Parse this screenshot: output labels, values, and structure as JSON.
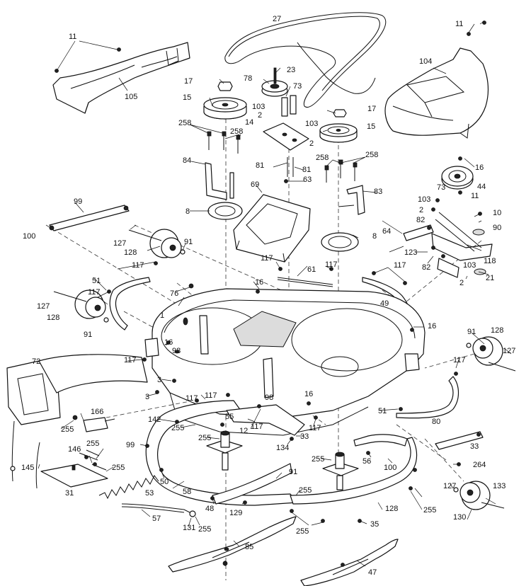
{
  "callouts": [
    {
      "id": "c-27",
      "text": "27"
    },
    {
      "id": "c-11a",
      "text": "11"
    },
    {
      "id": "c-105",
      "text": "105"
    },
    {
      "id": "c-11b",
      "text": "11"
    },
    {
      "id": "c-104",
      "text": "104"
    },
    {
      "id": "c-23",
      "text": "23"
    },
    {
      "id": "c-78",
      "text": "78"
    },
    {
      "id": "c-73a",
      "text": "73"
    },
    {
      "id": "c-17a",
      "text": "17"
    },
    {
      "id": "c-15a",
      "text": "15"
    },
    {
      "id": "c-103a",
      "text": "103"
    },
    {
      "id": "c-2a",
      "text": "2"
    },
    {
      "id": "c-103b",
      "text": "103"
    },
    {
      "id": "c-17b",
      "text": "17"
    },
    {
      "id": "c-14",
      "text": "14"
    },
    {
      "id": "c-15b",
      "text": "15"
    },
    {
      "id": "c-2b",
      "text": "2"
    },
    {
      "id": "c-258a",
      "text": "258"
    },
    {
      "id": "c-258b",
      "text": "258"
    },
    {
      "id": "c-258c",
      "text": "258"
    },
    {
      "id": "c-258d",
      "text": "258"
    },
    {
      "id": "c-84",
      "text": "84"
    },
    {
      "id": "c-81a",
      "text": "81"
    },
    {
      "id": "c-81b",
      "text": "81"
    },
    {
      "id": "c-63",
      "text": "63"
    },
    {
      "id": "c-16a",
      "text": "16"
    },
    {
      "id": "c-44",
      "text": "44"
    },
    {
      "id": "c-69",
      "text": "69"
    },
    {
      "id": "c-83",
      "text": "83"
    },
    {
      "id": "c-73b",
      "text": "73"
    },
    {
      "id": "c-11c",
      "text": "11"
    },
    {
      "id": "c-99a",
      "text": "99"
    },
    {
      "id": "c-8a",
      "text": "8"
    },
    {
      "id": "c-103c",
      "text": "103"
    },
    {
      "id": "c-2c",
      "text": "2"
    },
    {
      "id": "c-10",
      "text": "10"
    },
    {
      "id": "c-100a",
      "text": "100"
    },
    {
      "id": "c-82a",
      "text": "82"
    },
    {
      "id": "c-90",
      "text": "90"
    },
    {
      "id": "c-64",
      "text": "64"
    },
    {
      "id": "c-8b",
      "text": "8"
    },
    {
      "id": "c-127a",
      "text": "127"
    },
    {
      "id": "c-91a",
      "text": "91"
    },
    {
      "id": "c-128a",
      "text": "128"
    },
    {
      "id": "c-123",
      "text": "123"
    },
    {
      "id": "c-118",
      "text": "118"
    },
    {
      "id": "c-82b",
      "text": "82"
    },
    {
      "id": "c-117a",
      "text": "117"
    },
    {
      "id": "c-117b",
      "text": "117"
    },
    {
      "id": "c-117c",
      "text": "117"
    },
    {
      "id": "c-117d",
      "text": "117"
    },
    {
      "id": "c-103d",
      "text": "103"
    },
    {
      "id": "c-61",
      "text": "61"
    },
    {
      "id": "c-21",
      "text": "21"
    },
    {
      "id": "c-2d",
      "text": "2"
    },
    {
      "id": "c-51a",
      "text": "51"
    },
    {
      "id": "c-16b",
      "text": "16"
    },
    {
      "id": "c-117e",
      "text": "117"
    },
    {
      "id": "c-76",
      "text": "76"
    },
    {
      "id": "c-49",
      "text": "49"
    },
    {
      "id": "c-127b",
      "text": "127"
    },
    {
      "id": "c-128b",
      "text": "128"
    },
    {
      "id": "c-1",
      "text": "1"
    },
    {
      "id": "c-16c",
      "text": "16"
    },
    {
      "id": "c-91b",
      "text": "91"
    },
    {
      "id": "c-128c",
      "text": "128"
    },
    {
      "id": "c-91c",
      "text": "91"
    },
    {
      "id": "c-16d",
      "text": "16"
    },
    {
      "id": "c-98a",
      "text": "98"
    },
    {
      "id": "c-72",
      "text": "72"
    },
    {
      "id": "c-117f",
      "text": "117"
    },
    {
      "id": "c-127c",
      "text": "127"
    },
    {
      "id": "c-117g",
      "text": "117"
    },
    {
      "id": "c-3a",
      "text": "3"
    },
    {
      "id": "c-3b",
      "text": "3"
    },
    {
      "id": "c-117h",
      "text": "117"
    },
    {
      "id": "c-16e",
      "text": "16"
    },
    {
      "id": "c-98b",
      "text": "98"
    },
    {
      "id": "c-117i",
      "text": "117"
    },
    {
      "id": "c-166",
      "text": "166"
    },
    {
      "id": "c-142",
      "text": "142"
    },
    {
      "id": "c-255a",
      "text": "255"
    },
    {
      "id": "c-12",
      "text": "12"
    },
    {
      "id": "c-117j",
      "text": "117"
    },
    {
      "id": "c-117k",
      "text": "117"
    },
    {
      "id": "c-51b",
      "text": "51"
    },
    {
      "id": "c-80",
      "text": "80"
    },
    {
      "id": "c-255b",
      "text": "255"
    },
    {
      "id": "c-55",
      "text": "55"
    },
    {
      "id": "c-33a",
      "text": "33"
    },
    {
      "id": "c-255c",
      "text": "255"
    },
    {
      "id": "c-134",
      "text": "134"
    },
    {
      "id": "c-146",
      "text": "146"
    },
    {
      "id": "c-255d",
      "text": "255"
    },
    {
      "id": "c-99b",
      "text": "99"
    },
    {
      "id": "c-33b",
      "text": "33"
    },
    {
      "id": "c-255e",
      "text": "255"
    },
    {
      "id": "c-56",
      "text": "56"
    },
    {
      "id": "c-100b",
      "text": "100"
    },
    {
      "id": "c-264",
      "text": "264"
    },
    {
      "id": "c-145",
      "text": "145"
    },
    {
      "id": "c-255f",
      "text": "255"
    },
    {
      "id": "c-50",
      "text": "50"
    },
    {
      "id": "c-91d",
      "text": "91"
    },
    {
      "id": "c-127d",
      "text": "127"
    },
    {
      "id": "c-133",
      "text": "133"
    },
    {
      "id": "c-31",
      "text": "31"
    },
    {
      "id": "c-53",
      "text": "53"
    },
    {
      "id": "c-58",
      "text": "58"
    },
    {
      "id": "c-255g",
      "text": "255"
    },
    {
      "id": "c-255h",
      "text": "255"
    },
    {
      "id": "c-48",
      "text": "48"
    },
    {
      "id": "c-129",
      "text": "129"
    },
    {
      "id": "c-57",
      "text": "57"
    },
    {
      "id": "c-128d",
      "text": "128"
    },
    {
      "id": "c-130",
      "text": "130"
    },
    {
      "id": "c-131",
      "text": "131"
    },
    {
      "id": "c-255i",
      "text": "255"
    },
    {
      "id": "c-255j",
      "text": "255"
    },
    {
      "id": "c-35",
      "text": "35"
    },
    {
      "id": "c-85",
      "text": "85"
    },
    {
      "id": "c-47",
      "text": "47"
    }
  ]
}
